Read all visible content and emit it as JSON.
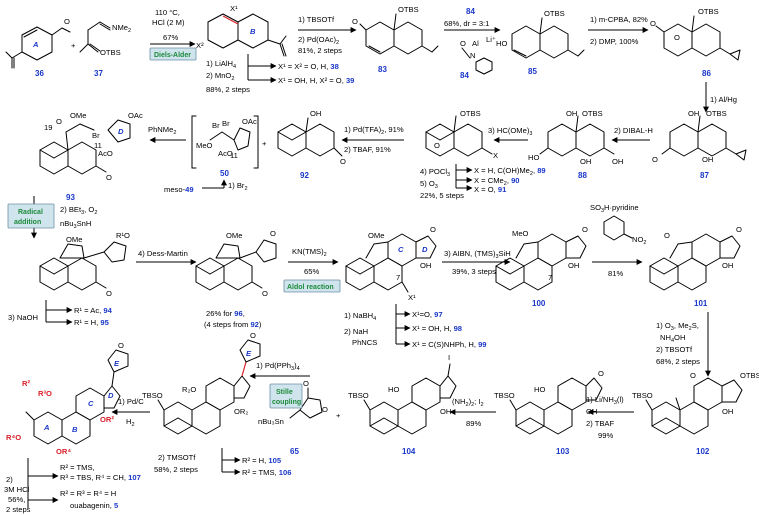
{
  "compounds": {
    "c36": "36",
    "c37": "37",
    "c38": "38",
    "c39": "39",
    "c83": "83",
    "c84": "84",
    "c85": "85",
    "c86": "86",
    "c87": "87",
    "c88": "88",
    "c89": "89",
    "c90": "90",
    "c91": "91",
    "c92": "92",
    "c50": "50",
    "c93": "93",
    "c49": "49",
    "c94": "94",
    "c95": "95",
    "c96": "96",
    "c97": "97",
    "c98": "98",
    "c99": "99",
    "c100": "100",
    "c101": "101",
    "c102": "102",
    "c103": "103",
    "c104": "104",
    "c65": "65",
    "c105": "105",
    "c106": "106",
    "c107": "107",
    "c5": "5"
  },
  "reaction_types": {
    "diels_alder": "Diels-Alder",
    "radical_addition_1": "Radical",
    "radical_addition_2": "addition",
    "aldol": "Aldol reaction",
    "stille_1": "Stille",
    "stille_2": "coupling"
  },
  "conditions": {
    "da_1": "110 °C,",
    "da_2": "HCl (2 M)",
    "da_yield": "67%",
    "s38_1": "1) LiAlH",
    "s38_1b": "4",
    "s38_2": "2) MnO",
    "s38_2b": "2",
    "s38_yield": "88%, 2 steps",
    "r38": "X¹ = X² = O, H,",
    "r39": "X¹ = OH, H,  X² = O,",
    "tbs_1": "1) TBSOTf",
    "tbs_2": "2) Pd(OAc)",
    "tbs_2b": "2",
    "tbs_yield": "81%, 2 steps",
    "c84_yield": "68%, dr = 3:1",
    "mcpba_1": "1) m-CPBA, 82%",
    "mcpba_2": "2) DMP, 100%",
    "alhg": "1) Al/Hg",
    "dibal": "2) DIBAL-H",
    "orth": "3) HC(OMe)",
    "orth_b": "3",
    "pocl_1": "4) POCl",
    "pocl_1b": "3",
    "ozone": "5) O",
    "ozone_b": "3",
    "pocl_yield": "22%, 5 steps",
    "r89": "X = H, C(OH)Me",
    "r89b": "2",
    "r90": "X = CMe",
    "r90b": "2",
    "r91": "X = O,",
    "pd_tfa": "1) Pd(TFA)",
    "pd_tfa_b": "2",
    "pd_tfa_y": ", 91%",
    "tbaf_91": "2) TBAF, 91%",
    "phnme2": "PhNMe",
    "phnme2_b": "2",
    "br2": "1) Br",
    "br2_b": "2",
    "meso": "meso-",
    "bet3_1": "2) BEt",
    "bet3_1b": "3",
    "bet3_1c": ", O",
    "bet3_1d": "2",
    "bet3_2": "nBu",
    "bet3_2b": "3",
    "bet3_2c": "SnH",
    "naoh": "3) NaOH",
    "r94": "R¹ = Ac,",
    "r95": "R¹ = H,",
    "dess": "4) Dess-Martin",
    "y96_1": "26% for",
    "y96_2": "(4 steps from",
    "y96_3": ")",
    "kn": "KN(TMS)",
    "kn_b": "2",
    "kn_y": "65%",
    "nabh4": "1) NaBH",
    "nabh4_b": "4",
    "nah": "2) NaH",
    "phncs": "PhNCS",
    "r97": "X¹=O,",
    "r98": "X¹ = OH, H,",
    "r99": "X¹ = C(S)NHPh, H,",
    "aibn": "3) AIBN, (TMS)",
    "aibn_b": "3",
    "aibn_c": "SiH",
    "aibn_y": "39%, 3 steps",
    "so3": "SO",
    "so3_b": "3",
    "so3_c": "H·pyridine",
    "no2": "NO",
    "no2_b": "2",
    "y81": "81%",
    "o3_1": "1) O",
    "o3_1b": "3",
    "o3_1c": ", Me",
    "o3_1d": "2",
    "o3_1e": "S,",
    "o3_2": "NH",
    "o3_2b": "4",
    "o3_2c": "OH",
    "o3_3": "2) TBSOTf",
    "o3_y": "68%, 2 steps",
    "li": "1) Li/NH",
    "li_b": "3",
    "li_c": "(l)",
    "tbaf2": "2) TBAF",
    "tbaf2_y": "99%",
    "hyd": "(NH",
    "hyd_b": "2",
    "hyd_c": ")",
    "hyd_d": "2",
    "hyd_e": "; I",
    "hyd_f": "2",
    "hyd_y": "89%",
    "pdph": "1) Pd(PPh",
    "pdph_b": "3",
    "pdph_c": ")",
    "pdph_d": "4",
    "tmsotf": "2) TMSOTf",
    "tmsotf_y": "58%, 2 steps",
    "r105": "R² = H,",
    "r106": "R² = TMS,",
    "pdc": "1) Pd/C",
    "pdc_2": "H",
    "pdc_2b": "2",
    "hcl_1": "2)",
    "hcl_2": "3M HCl",
    "hcl_3": "56%,",
    "hcl_4": "2 steps",
    "r107a": "R² = TMS,",
    "r107b": "R³ = TBS, R⁴ = CH,",
    "r5a": "R² = R³ = R⁴ = H",
    "r5b": "ouabagenin,"
  },
  "atom_labels": {
    "otbs": "OTBS",
    "tbso": "TBSO",
    "oac": "OAc",
    "ome": "OMe",
    "meo": "MeO",
    "oh": "OH",
    "ho": "HO",
    "br": "Br",
    "aco": "AcO",
    "nme2": "NMe",
    "nme2b": "2",
    "o": "O",
    "x": "X",
    "x1": "X¹",
    "x2": "X²",
    "r1o": "R¹O",
    "r2": "R²",
    "r3o": "R³O",
    "r4o": "R⁴O",
    "or2": "OR²",
    "or4": "OR⁴",
    "r2o": "R₂O",
    "or2b": "OR₂",
    "i": "I",
    "li": "Li⁺",
    "h": "H",
    "al": "Al",
    "n": "N",
    "n19": "19",
    "n11": "11",
    "n7": "7",
    "nbu3sn": "nBu₃Sn"
  },
  "ring_labels": {
    "A": "A",
    "B": "B",
    "C": "C",
    "D": "D",
    "E": "E"
  }
}
